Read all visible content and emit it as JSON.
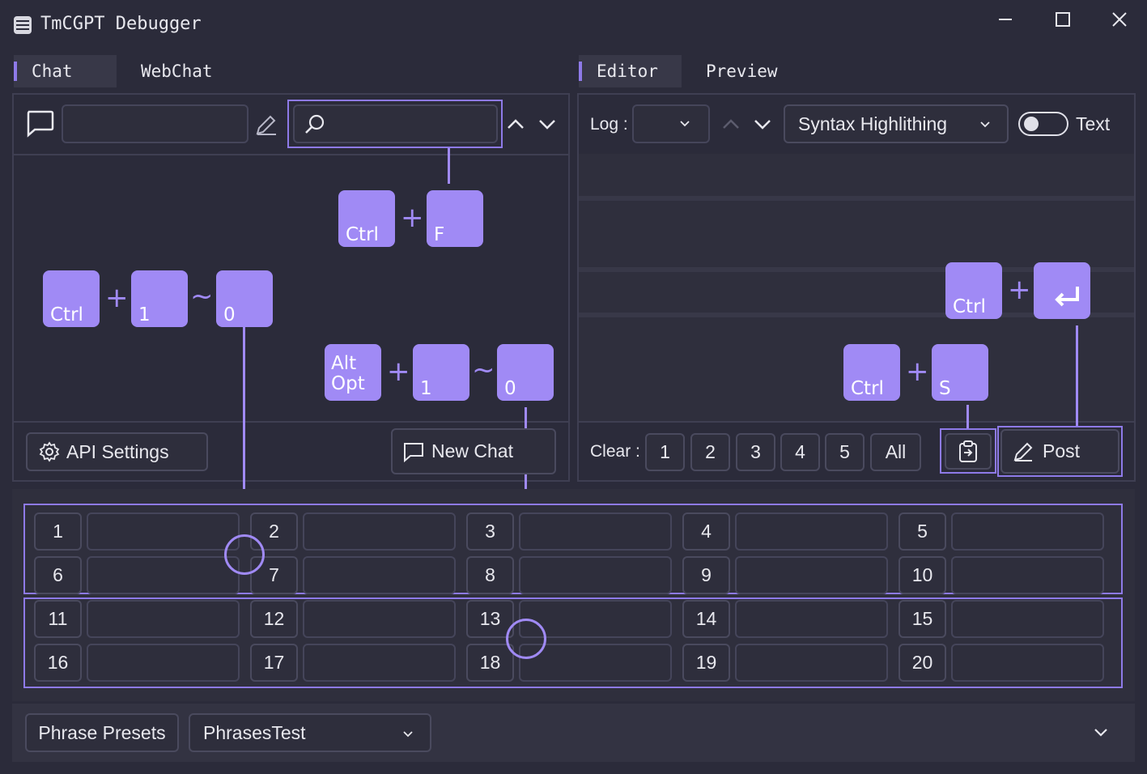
{
  "window": {
    "title": "TmCGPT Debugger"
  },
  "left_tabs": [
    {
      "label": "Chat",
      "active": true
    },
    {
      "label": "WebChat",
      "active": false
    }
  ],
  "right_tabs": [
    {
      "label": "Editor",
      "active": true
    },
    {
      "label": "Preview",
      "active": false
    }
  ],
  "chat": {
    "shortcut_search": {
      "mod": "Ctrl",
      "key": "F"
    },
    "shortcut_select": {
      "mod": "Ctrl",
      "from": "1",
      "to": "0"
    },
    "shortcut_preset": {
      "mod_line1": "Alt",
      "mod_line2": "Opt",
      "from": "1",
      "to": "0"
    },
    "api_settings_label": "API Settings",
    "new_chat_label": "New Chat"
  },
  "editor": {
    "log_label": "Log :",
    "syntax_label": "Syntax Highlithing",
    "text_toggle_label": "Text",
    "text_toggle_on": false,
    "shortcut_post": {
      "mod": "Ctrl",
      "key": "⮐"
    },
    "shortcut_save": {
      "mod": "Ctrl",
      "key": "S"
    },
    "clear_label": "Clear :",
    "clear_buttons": [
      "1",
      "2",
      "3",
      "4",
      "5",
      "All"
    ],
    "post_label": "Post"
  },
  "slots": [
    "1",
    "2",
    "3",
    "4",
    "5",
    "6",
    "7",
    "8",
    "9",
    "10",
    "11",
    "12",
    "13",
    "14",
    "15",
    "16",
    "17",
    "18",
    "19",
    "20"
  ],
  "footer": {
    "phrase_presets_label": "Phrase Presets",
    "preset_selected": "PhrasesTest"
  },
  "colors": {
    "accent": "#a08af5",
    "highlight": "#8e7ae8",
    "background": "#2b2b3a"
  },
  "shared": {
    "plus": "+",
    "tilde": "~"
  }
}
